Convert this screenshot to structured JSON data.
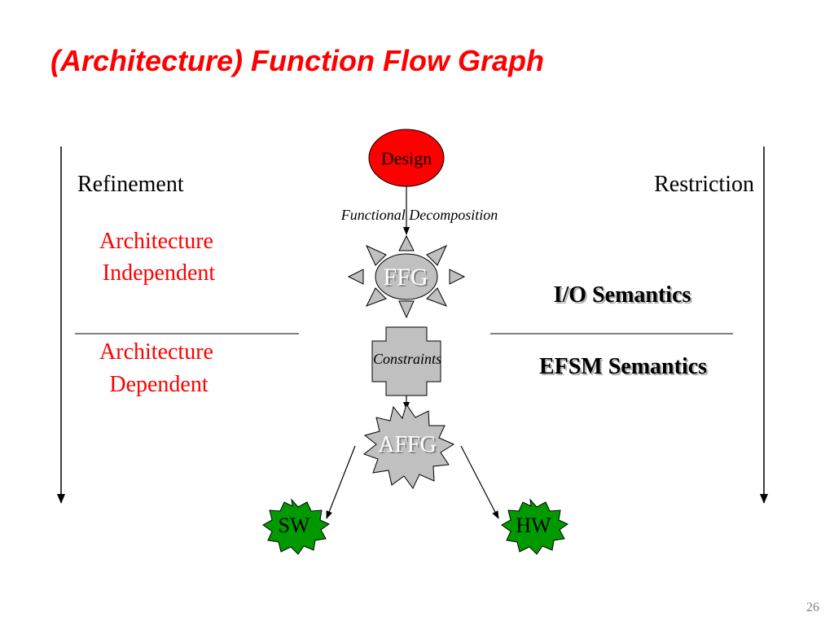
{
  "slide": {
    "title": "(Architecture) Function Flow Graph",
    "page_number": "26"
  },
  "left": {
    "heading": "Refinement",
    "upper_label_line1": "Architecture",
    "upper_label_line2": "Independent",
    "lower_label_line1": "Architecture",
    "lower_label_line2": "Dependent"
  },
  "right": {
    "heading": "Restriction",
    "upper_label": "I/O Semantics",
    "lower_label": "EFSM Semantics"
  },
  "flow": {
    "design": "Design",
    "decomposition": "Functional Decomposition",
    "ffg": "FFG",
    "constraints": "Constraints",
    "affg": "AFFG",
    "sw": "SW",
    "hw": "HW"
  },
  "colors": {
    "title": "#ff0000",
    "accent_red": "#ff0000",
    "node_gray": "#c0c0c0",
    "node_green": "#009900",
    "line": "#000000"
  }
}
